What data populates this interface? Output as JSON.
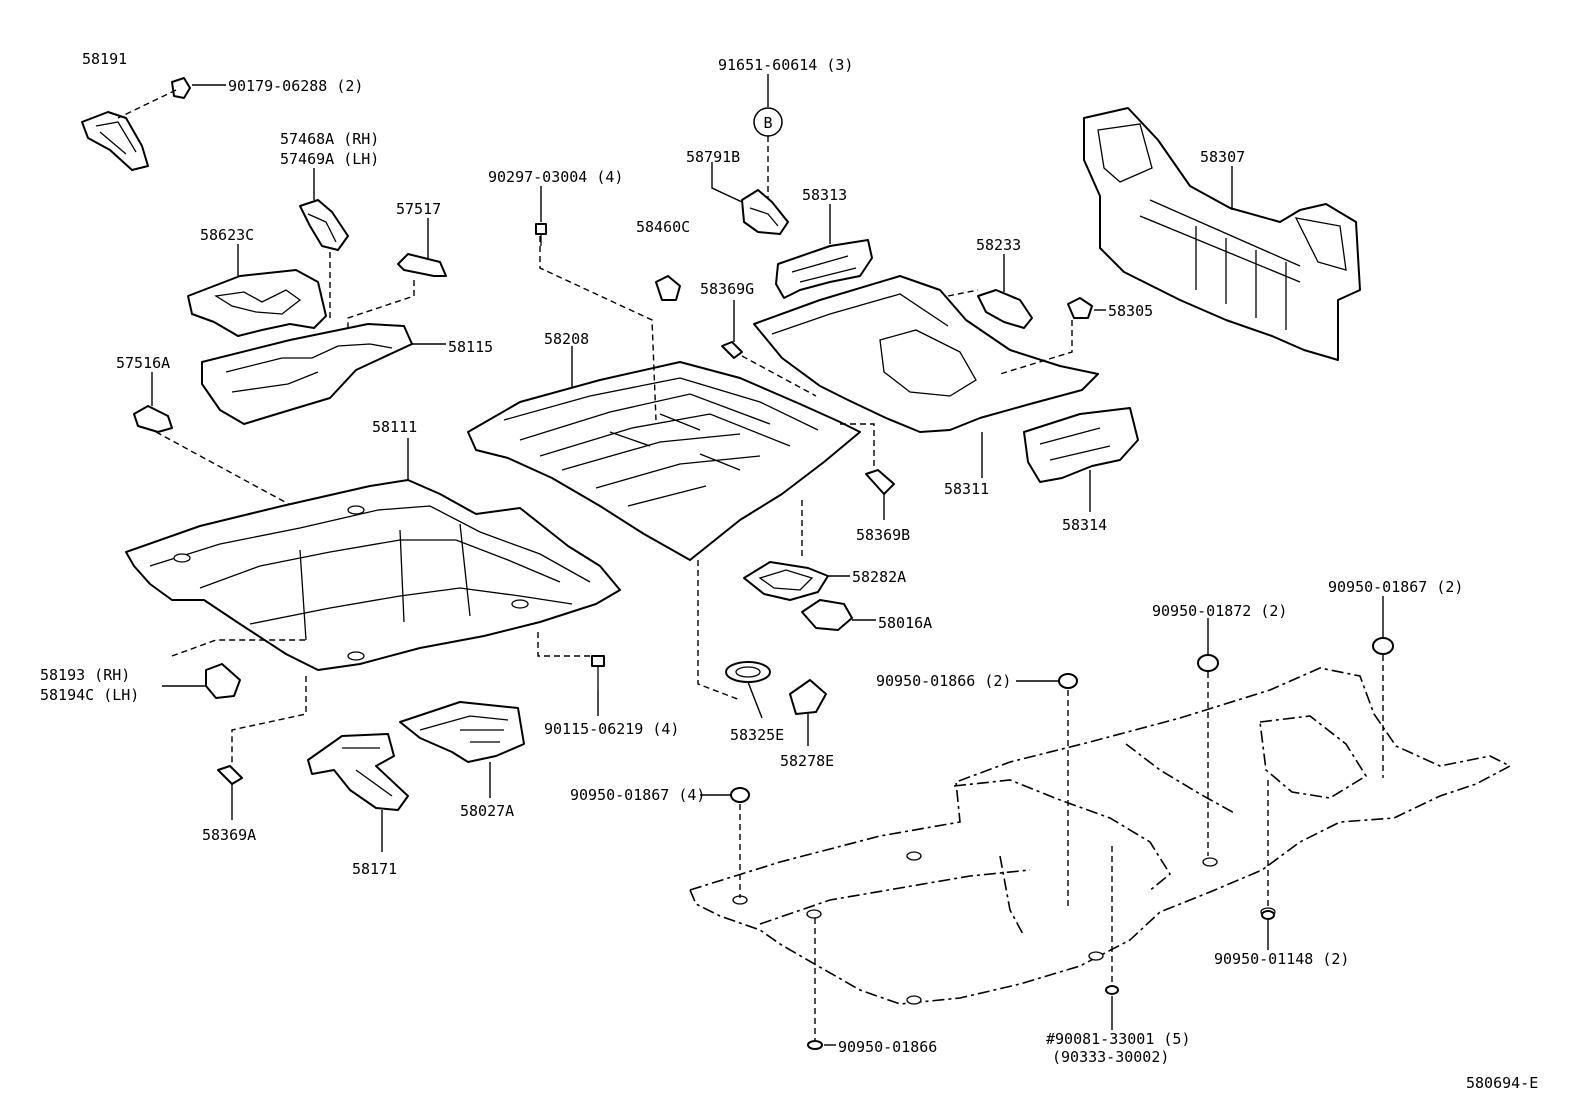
{
  "diagram_id": "580694-E",
  "labels": {
    "p58191": "58191",
    "p90179": "90179-06288 (2)",
    "p91651": "91651-60614 (3)",
    "ref_b": "B",
    "p57468a": "57468A (RH)",
    "p57469a": "57469A (LH)",
    "p58791b": "58791B",
    "p58307": "58307",
    "p90297": "90297-03004 (4)",
    "p57517": "57517",
    "p58313": "58313",
    "p58623c": "58623C",
    "p58460c": "58460C",
    "p58233": "58233",
    "p58369g": "58369G",
    "p58305": "58305",
    "p58115": "58115",
    "p58208": "58208",
    "p57516a": "57516A",
    "p58111": "58111",
    "p58311": "58311",
    "p58314": "58314",
    "p58369b": "58369B",
    "p58282a": "58282A",
    "p58016a": "58016A",
    "p90950_01867_2": "90950-01867 (2)",
    "p90950_01872": "90950-01872 (2)",
    "p58193": "58193  (RH)",
    "p58194c": "58194C (LH)",
    "p90115": "90115-06219 (4)",
    "p90950_01866_2": "90950-01866 (2)",
    "p58325e": "58325E",
    "p58278e": "58278E",
    "p90950_01867_4": "90950-01867 (4)",
    "p58027a": "58027A",
    "p58369a": "58369A",
    "p58171": "58171",
    "p90950_01148": "90950-01148 (2)",
    "p90950_01866": "90950-01866",
    "p90081": "#90081-33001 (5)",
    "p90333": "(90333-30002)"
  }
}
